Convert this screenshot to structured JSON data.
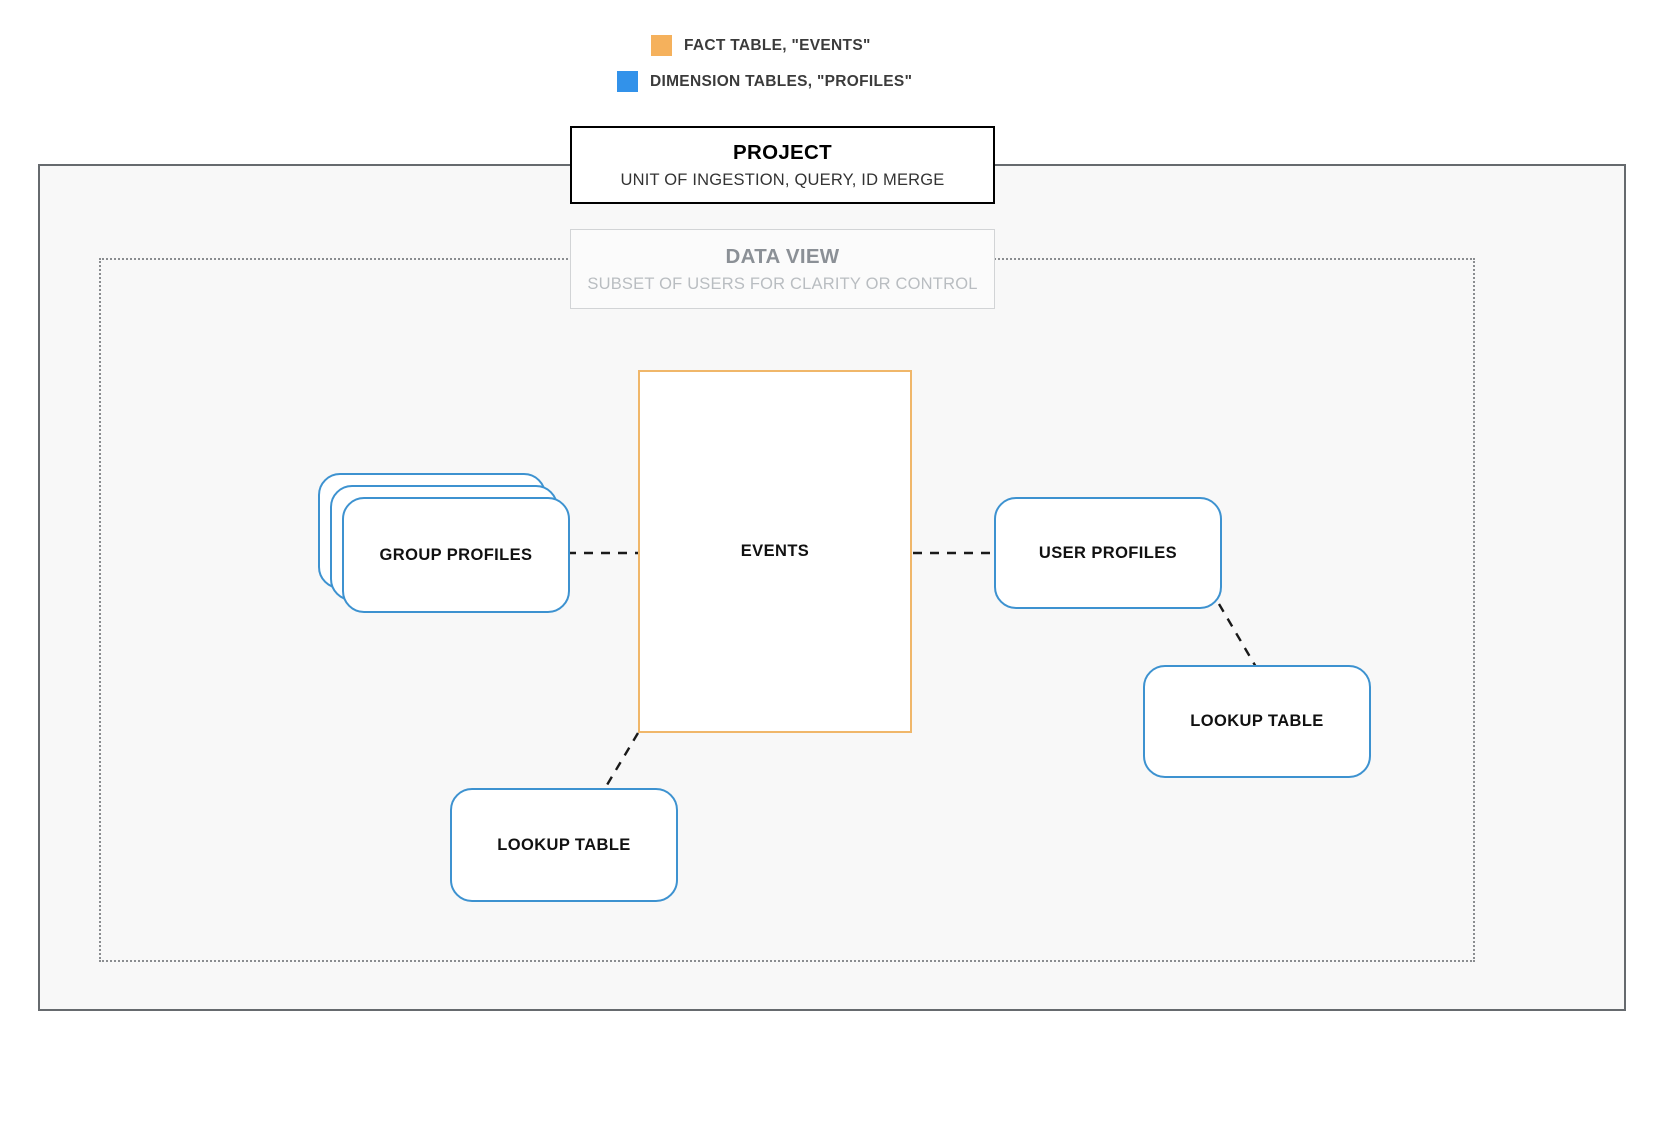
{
  "legend": {
    "items": [
      {
        "label": "FACT TABLE, \"EVENTS\"",
        "color": "#f5b15c",
        "icon": "square-swatch"
      },
      {
        "label": "DIMENSION TABLES, \"PROFILES\"",
        "color": "#3292ea",
        "icon": "square-swatch"
      }
    ]
  },
  "containers": {
    "project": {
      "title": "PROJECT",
      "subtitle": "UNIT OF INGESTION, QUERY, ID MERGE",
      "border_color": "#666a6e",
      "fill_color": "#f8f8f8"
    },
    "data_view": {
      "title": "DATA VIEW",
      "subtitle": "SUBSET OF USERS FOR CLARITY OR CONTROL",
      "border_color": "#8a8d90",
      "title_color": "#8b9096",
      "subtitle_color": "#b9bdc1"
    }
  },
  "nodes": {
    "events": {
      "label": "EVENTS",
      "type": "fact-table",
      "border_color": "#f0b76a"
    },
    "group_profiles": {
      "label": "GROUP PROFILES",
      "type": "dimension-table-stack",
      "border_color": "#3d92d0",
      "stack_count": 3
    },
    "user_profiles": {
      "label": "USER PROFILES",
      "type": "dimension-table",
      "border_color": "#3d92d0"
    },
    "lookup_table_right": {
      "label": "LOOKUP TABLE",
      "type": "dimension-table",
      "border_color": "#3d92d0"
    },
    "lookup_table_left": {
      "label": "LOOKUP TABLE",
      "type": "dimension-table",
      "border_color": "#3d92d0"
    }
  },
  "connectors": [
    {
      "name": "group-profiles-to-events",
      "style": "dashed",
      "color": "#1a1a1a"
    },
    {
      "name": "events-to-user-profiles",
      "style": "dashed",
      "color": "#1a1a1a"
    },
    {
      "name": "user-profiles-to-lookup-right",
      "style": "dashed",
      "color": "#1a1a1a"
    },
    {
      "name": "events-to-lookup-left",
      "style": "dashed",
      "color": "#1a1a1a"
    }
  ]
}
